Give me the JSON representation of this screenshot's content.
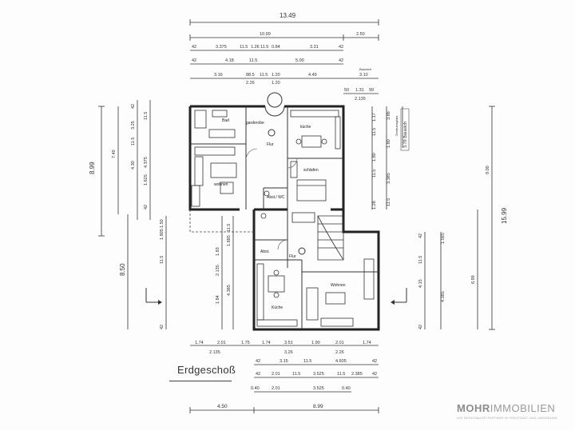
{
  "plan": {
    "title": "Erdgeschoß",
    "logo": {
      "brand_bold": "MOHR",
      "brand_regular": "IMMOBILIEN",
      "tagline": "IHR REGIONALER PARTNER IN FREISTADT UND UMGEBUNG"
    },
    "rooms": {
      "bad": "Bad",
      "garderobe": "garderobe",
      "kueche_top": "küche",
      "flur_top": "Flur",
      "wohnen_left": "wohnen",
      "schlafen": "schlafen",
      "abst_wc": "Abst./ WC",
      "flur_bottom": "Flur",
      "abst_bottom": "Abst.",
      "kueche_bottom": "Küche",
      "wohnen_bottom": "Wohnen"
    },
    "dims_top": {
      "total": "13.49",
      "row2_a": "10.99",
      "row2_b": "2.50",
      "row3": [
        "42",
        "3.375",
        "11.5",
        "1.26",
        "11.5",
        "0.84",
        "3.31",
        "42"
      ],
      "row4": [
        "42",
        "4.18",
        "11.5",
        "5.00",
        "42"
      ],
      "row5": [
        "3.16",
        "88.5",
        "11.5",
        "1.20",
        "4.49"
      ],
      "row5_sub": [
        "2.26",
        "1.20"
      ],
      "row5_right": "3.10",
      "row5_right_label": "Bauwich",
      "row6": [
        "50",
        "1.31",
        "99"
      ],
      "row6_sub": "2.135"
    },
    "dims_left": {
      "outer_top": "8.99",
      "outer_bottom": "8.50",
      "mid_top": "7.49",
      "inner_a": [
        "42",
        "3.25",
        "11.5",
        "4.30"
      ],
      "inner_b": [
        "11.5",
        "1.625",
        "4.375",
        "42"
      ],
      "lower": [
        "1.50",
        "1.805",
        "11.5",
        "1.83",
        "2.135",
        "1.84"
      ],
      "lower_b": [
        "4.385",
        "1.885",
        "11.5"
      ],
      "bottom_tick": "42"
    },
    "dims_right": {
      "outer": "15.99",
      "upper": "9.00",
      "lower": "6.99",
      "cols": [
        "1.17",
        "11.5",
        "1.80",
        "11.5",
        "3.86",
        "1.80",
        "3.385",
        "11.5",
        "1.28"
      ],
      "cols_b": [
        "42",
        "1.565",
        "11.5",
        "4.15",
        "4.385",
        "42"
      ],
      "label_vertical": "Zentrumsplatz",
      "bauwich": "3.79 Bauwich"
    },
    "dims_bottom": {
      "row1": [
        "1.74",
        "2.01",
        "1.75",
        "1.74",
        "3.51",
        "1.90",
        "2.01",
        "1.74"
      ],
      "row1_sub": [
        "2.135",
        "3.26",
        "2.26"
      ],
      "row2": [
        "42",
        "3.15",
        "11.5",
        "4.605",
        "42"
      ],
      "row3": [
        "42",
        "2.01",
        "11.5",
        "3.525",
        "11.5",
        "2.385",
        "42"
      ],
      "row4": [
        "0.40",
        "2.01",
        "3.525",
        "0.40"
      ],
      "row5": [
        "4.50",
        "8.99"
      ]
    }
  }
}
